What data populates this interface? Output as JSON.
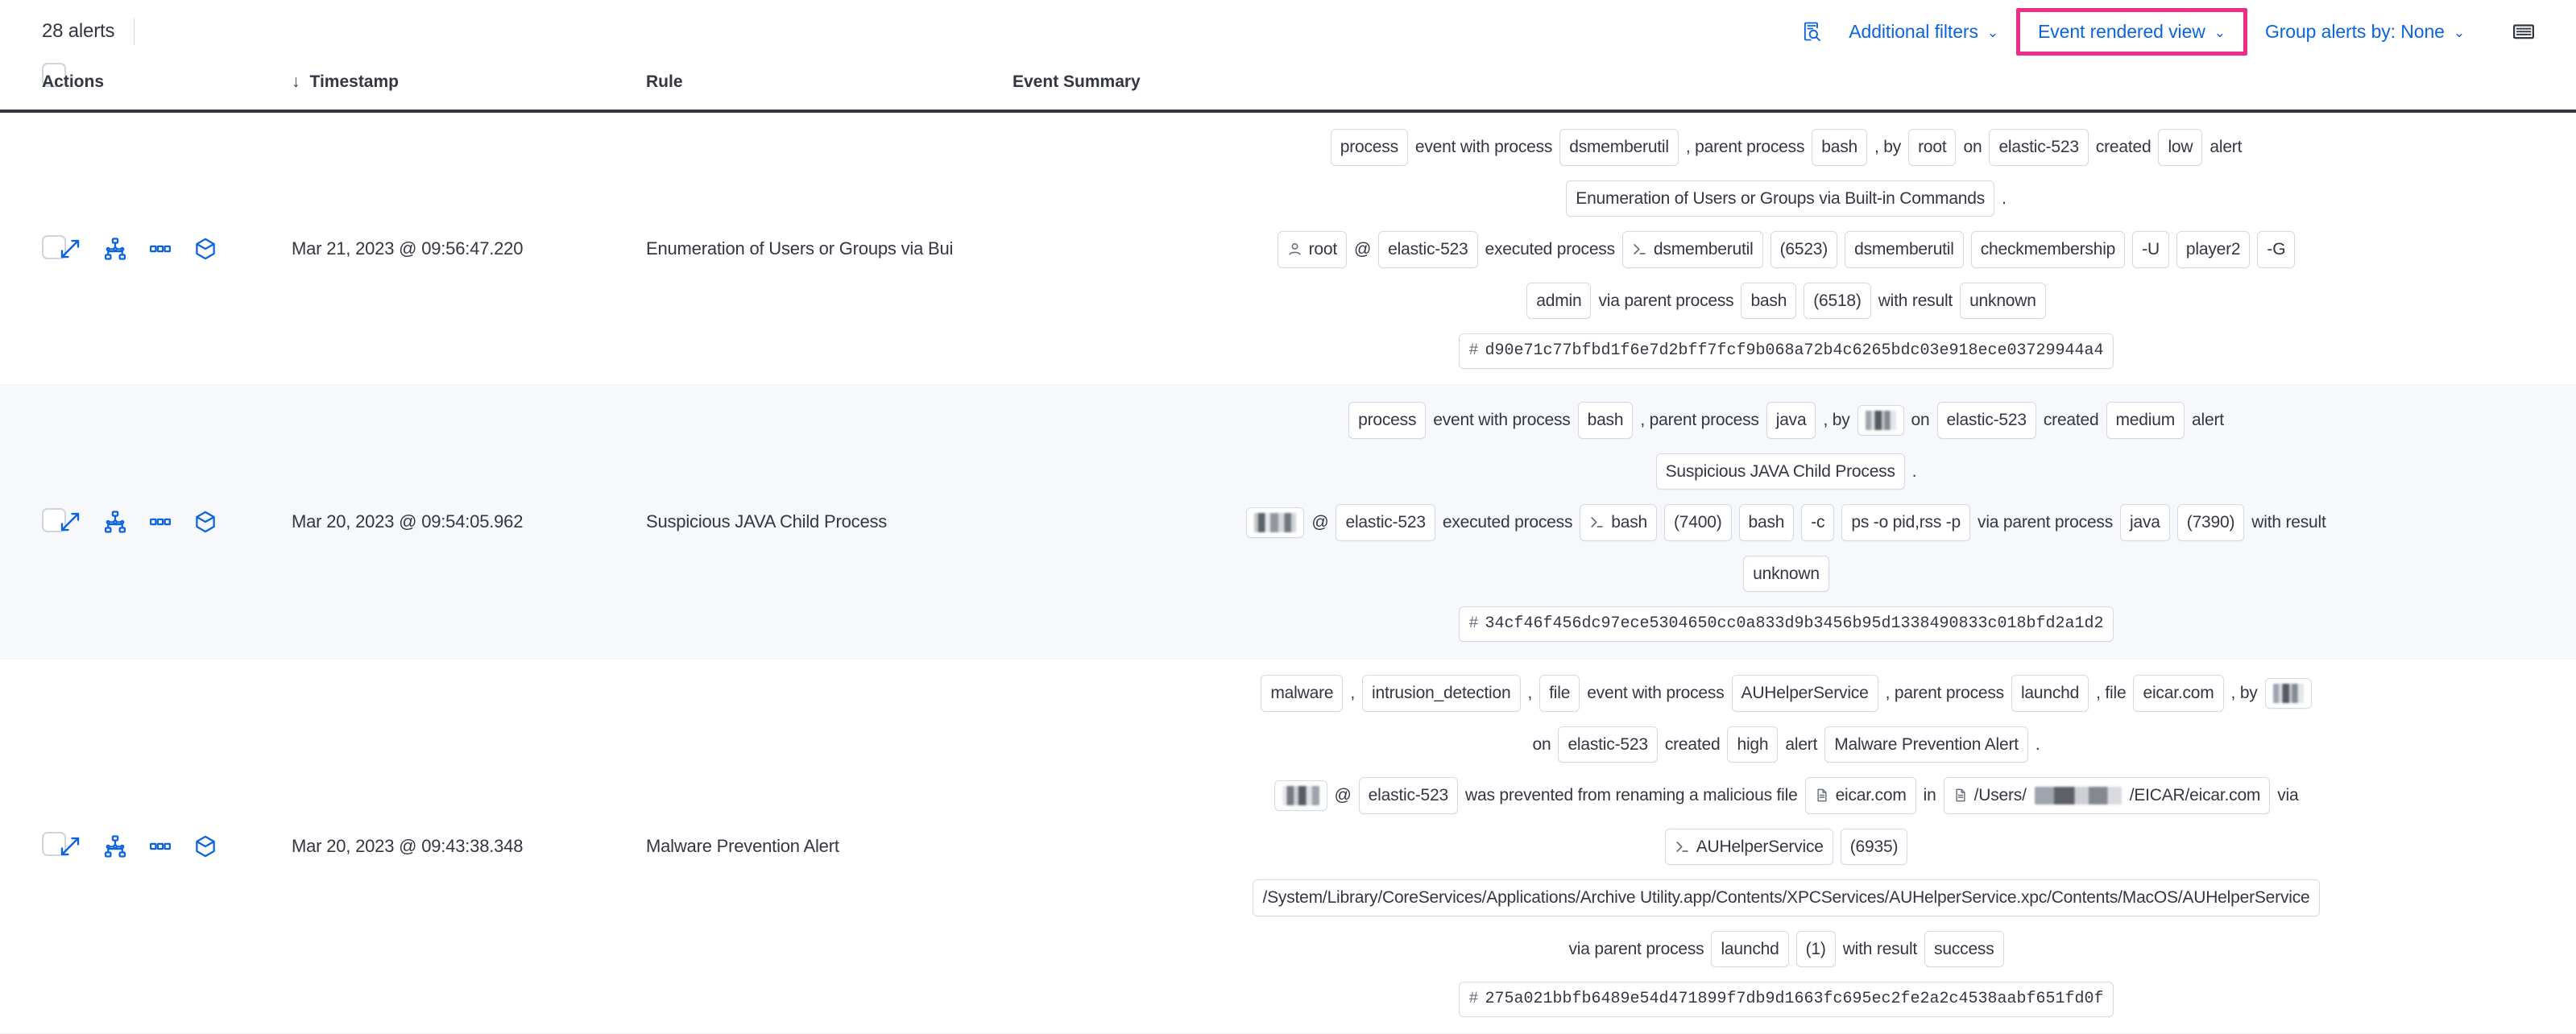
{
  "toolbar": {
    "alerts_count_label": "28 alerts",
    "inspect_icon": "inspect-search-icon",
    "additional_filters_label": "Additional filters",
    "event_rendered_view_label": "Event rendered view",
    "group_alerts_by_label": "Group alerts by: None",
    "keyboard_icon": "keyboard-icon",
    "caret": "⌄",
    "highlight_color": "#ec2e8a",
    "link_color": "#0b64dd"
  },
  "table": {
    "headers": {
      "select_all": "",
      "actions": "Actions",
      "timestamp": "Timestamp",
      "rule": "Rule",
      "event_summary": "Event Summary",
      "sort_arrow": "↓"
    },
    "action_icons": [
      "expand-icon",
      "analyzer-icon",
      "more-actions-icon",
      "session-view-icon"
    ],
    "rows": [
      {
        "timestamp": "Mar 21, 2023 @ 09:56:47.220",
        "rule": "Enumeration of Users or Groups via Bui",
        "summary": [
          {
            "t": "chip",
            "v": "process"
          },
          {
            "t": "txt",
            "v": "event with process"
          },
          {
            "t": "chip",
            "v": "dsmemberutil"
          },
          {
            "t": "txt",
            "v": ", parent process"
          },
          {
            "t": "chip",
            "v": "bash"
          },
          {
            "t": "txt",
            "v": ", by"
          },
          {
            "t": "chip",
            "v": "root"
          },
          {
            "t": "txt",
            "v": "on"
          },
          {
            "t": "chip",
            "v": "elastic-523"
          },
          {
            "t": "txt",
            "v": "created"
          },
          {
            "t": "chip",
            "v": "low"
          },
          {
            "t": "txt",
            "v": "alert"
          },
          {
            "t": "break"
          },
          {
            "t": "chip",
            "v": "Enumeration of Users or Groups via Built-in Commands"
          },
          {
            "t": "txt",
            "v": "."
          },
          {
            "t": "break"
          },
          {
            "t": "chip",
            "v": "root",
            "icon": "user-icon"
          },
          {
            "t": "txt",
            "v": "@"
          },
          {
            "t": "chip",
            "v": "elastic-523"
          },
          {
            "t": "txt",
            "v": "executed process"
          },
          {
            "t": "chip",
            "v": "dsmemberutil",
            "icon": "console-icon"
          },
          {
            "t": "chip",
            "v": "(6523)"
          },
          {
            "t": "chip",
            "v": "dsmemberutil"
          },
          {
            "t": "chip",
            "v": "checkmembership"
          },
          {
            "t": "chip",
            "v": "-U"
          },
          {
            "t": "chip",
            "v": "player2"
          },
          {
            "t": "chip",
            "v": "-G"
          },
          {
            "t": "break"
          },
          {
            "t": "chip",
            "v": "admin"
          },
          {
            "t": "txt",
            "v": "via parent process"
          },
          {
            "t": "chip",
            "v": "bash"
          },
          {
            "t": "chip",
            "v": "(6518)"
          },
          {
            "t": "txt",
            "v": "with result"
          },
          {
            "t": "chip",
            "v": "unknown"
          },
          {
            "t": "break"
          },
          {
            "t": "chip",
            "v": "d90e71c77bfbd1f6e7d2bff7fcf9b068a72b4c6265bdc03e918ece03729944a4",
            "icon": "hash-icon",
            "mono": true
          }
        ]
      },
      {
        "timestamp": "Mar 20, 2023 @ 09:54:05.962",
        "rule": "Suspicious JAVA Child Process",
        "alt": true,
        "summary": [
          {
            "t": "chip",
            "v": "process"
          },
          {
            "t": "txt",
            "v": "event with process"
          },
          {
            "t": "chip",
            "v": "bash"
          },
          {
            "t": "txt",
            "v": ", parent process"
          },
          {
            "t": "chip",
            "v": "java"
          },
          {
            "t": "txt",
            "v": ", by"
          },
          {
            "t": "redact",
            "v": "",
            "style": "r1"
          },
          {
            "t": "txt",
            "v": "on"
          },
          {
            "t": "chip",
            "v": "elastic-523"
          },
          {
            "t": "txt",
            "v": "created"
          },
          {
            "t": "chip",
            "v": "medium"
          },
          {
            "t": "txt",
            "v": "alert"
          },
          {
            "t": "break"
          },
          {
            "t": "chip",
            "v": "Suspicious JAVA Child Process"
          },
          {
            "t": "txt",
            "v": "."
          },
          {
            "t": "break"
          },
          {
            "t": "redact",
            "v": "",
            "style": "r2"
          },
          {
            "t": "txt",
            "v": "@"
          },
          {
            "t": "chip",
            "v": "elastic-523"
          },
          {
            "t": "txt",
            "v": "executed process"
          },
          {
            "t": "chip",
            "v": "bash",
            "icon": "console-icon"
          },
          {
            "t": "chip",
            "v": "(7400)"
          },
          {
            "t": "chip",
            "v": "bash"
          },
          {
            "t": "chip",
            "v": "-c"
          },
          {
            "t": "chip",
            "v": "ps -o pid,rss -p"
          },
          {
            "t": "txt",
            "v": "via parent process"
          },
          {
            "t": "chip",
            "v": "java"
          },
          {
            "t": "chip",
            "v": "(7390)"
          },
          {
            "t": "txt",
            "v": "with result"
          },
          {
            "t": "break"
          },
          {
            "t": "chip",
            "v": "unknown"
          },
          {
            "t": "break"
          },
          {
            "t": "chip",
            "v": "34cf46f456dc97ece5304650cc0a833d9b3456b95d1338490833c018bfd2a1d2",
            "icon": "hash-icon",
            "mono": true
          }
        ]
      },
      {
        "timestamp": "Mar 20, 2023 @ 09:43:38.348",
        "rule": "Malware Prevention Alert",
        "summary": [
          {
            "t": "chip",
            "v": "malware"
          },
          {
            "t": "txt",
            "v": ","
          },
          {
            "t": "chip",
            "v": "intrusion_detection"
          },
          {
            "t": "txt",
            "v": ","
          },
          {
            "t": "chip",
            "v": "file"
          },
          {
            "t": "txt",
            "v": "event with process"
          },
          {
            "t": "chip",
            "v": "AUHelperService"
          },
          {
            "t": "txt",
            "v": ", parent process"
          },
          {
            "t": "chip",
            "v": "launchd"
          },
          {
            "t": "txt",
            "v": ", file"
          },
          {
            "t": "chip",
            "v": "eicar.com"
          },
          {
            "t": "txt",
            "v": ", by"
          },
          {
            "t": "redact",
            "v": "",
            "style": "r1"
          },
          {
            "t": "break"
          },
          {
            "t": "txt",
            "v": "on"
          },
          {
            "t": "chip",
            "v": "elastic-523"
          },
          {
            "t": "txt",
            "v": "created"
          },
          {
            "t": "chip",
            "v": "high"
          },
          {
            "t": "txt",
            "v": "alert"
          },
          {
            "t": "chip",
            "v": "Malware Prevention Alert"
          },
          {
            "t": "txt",
            "v": "."
          },
          {
            "t": "break"
          },
          {
            "t": "redact",
            "v": "",
            "style": "r3"
          },
          {
            "t": "txt",
            "v": "@"
          },
          {
            "t": "chip",
            "v": "elastic-523"
          },
          {
            "t": "txt",
            "v": "was prevented from renaming a malicious file"
          },
          {
            "t": "chip",
            "v": "eicar.com",
            "icon": "file-icon"
          },
          {
            "t": "txt",
            "v": "in"
          },
          {
            "t": "chip-path",
            "v": "/Users/",
            "v2": "/EICAR/eicar.com",
            "icon": "file-icon"
          },
          {
            "t": "txt",
            "v": "via"
          },
          {
            "t": "break"
          },
          {
            "t": "chip",
            "v": "AUHelperService",
            "icon": "console-icon"
          },
          {
            "t": "chip",
            "v": "(6935)"
          },
          {
            "t": "break"
          },
          {
            "t": "chip",
            "v": "/System/Library/CoreServices/Applications/Archive Utility.app/Contents/XPCServices/AUHelperService.xpc/Contents/MacOS/AUHelperService"
          },
          {
            "t": "break"
          },
          {
            "t": "txt",
            "v": "via parent process"
          },
          {
            "t": "chip",
            "v": "launchd"
          },
          {
            "t": "chip",
            "v": "(1)"
          },
          {
            "t": "txt",
            "v": "with result"
          },
          {
            "t": "chip",
            "v": "success"
          },
          {
            "t": "break"
          },
          {
            "t": "chip",
            "v": "275a021bbfb6489e54d471899f7db9d1663fc695ec2fe2a2c4538aabf651fd0f",
            "icon": "hash-icon",
            "mono": true
          }
        ]
      }
    ]
  }
}
